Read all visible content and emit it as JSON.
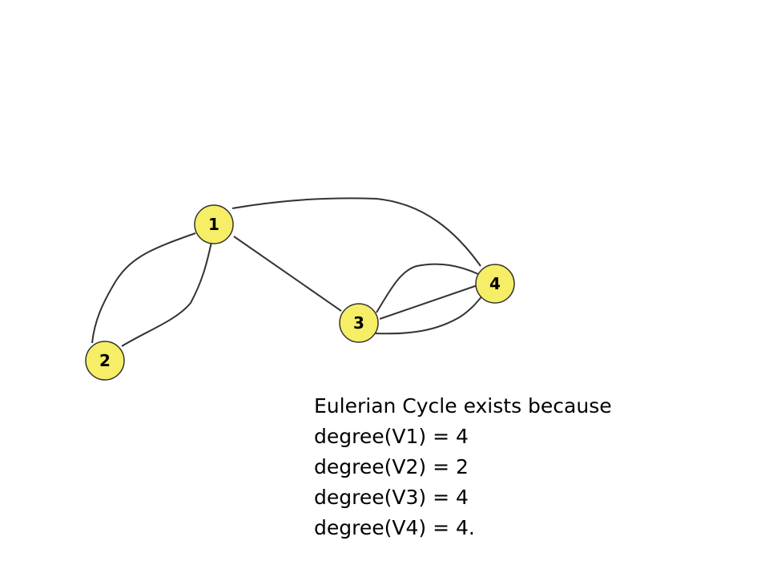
{
  "graph": {
    "node_fill": "#f5ee66",
    "edge_color": "#333333",
    "nodes": [
      {
        "id": "1",
        "label": "1"
      },
      {
        "id": "2",
        "label": "2"
      },
      {
        "id": "3",
        "label": "3"
      },
      {
        "id": "4",
        "label": "4"
      }
    ],
    "edges": [
      {
        "from": "1",
        "to": "2"
      },
      {
        "from": "1",
        "to": "2"
      },
      {
        "from": "1",
        "to": "3"
      },
      {
        "from": "1",
        "to": "4"
      },
      {
        "from": "3",
        "to": "4"
      },
      {
        "from": "3",
        "to": "4"
      },
      {
        "from": "3",
        "to": "4"
      }
    ]
  },
  "explanation": {
    "heading": "Eulerian Cycle exists because",
    "lines": [
      "degree(V1) = 4",
      "degree(V2) = 2",
      "degree(V3) = 4",
      "degree(V4) = 4."
    ]
  }
}
